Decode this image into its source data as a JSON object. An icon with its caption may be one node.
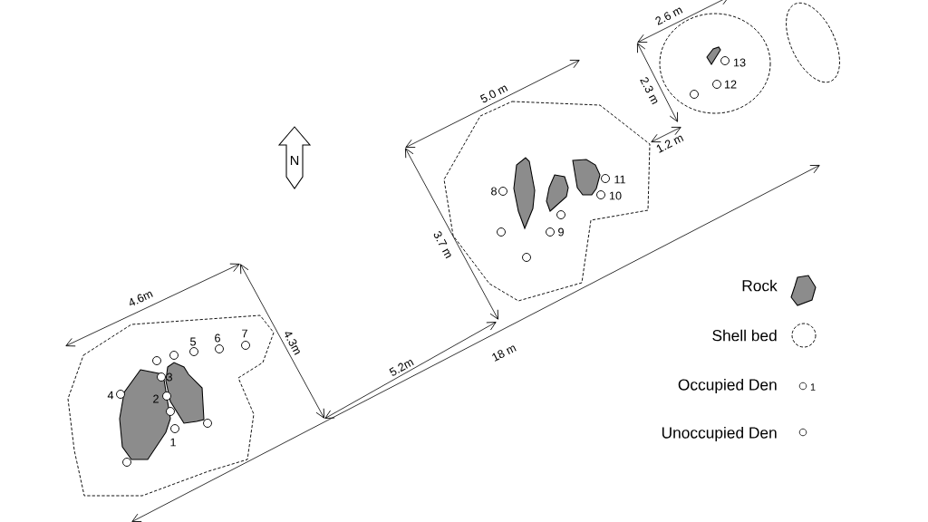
{
  "diagram": {
    "labels": [
      "2.6 m",
      "13",
      "2.3 m",
      "12",
      "5.0 m",
      "N",
      "1.2 m",
      "11",
      "8",
      "10",
      "9",
      "3.7 m",
      "4.6m",
      "7",
      "5",
      "6",
      "4.3m",
      "5.2m",
      "18 m",
      "3",
      "4",
      "2",
      "1",
      "1"
    ],
    "legend": [
      {
        "text": "Rock"
      },
      {
        "text": "Shell bed"
      },
      {
        "text": "Occupied Den"
      },
      {
        "text": "Unoccupied Den"
      }
    ]
  }
}
